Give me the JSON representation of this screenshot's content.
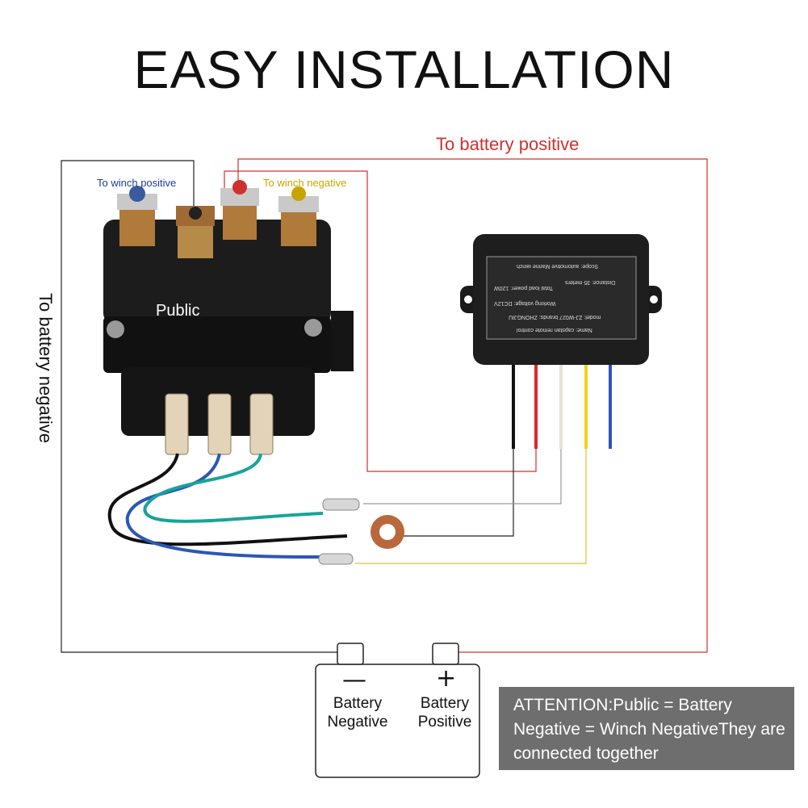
{
  "title": "EASY INSTALLATION",
  "labels": {
    "to_battery_positive": "To battery positive",
    "to_winch_positive": "To winch positive",
    "to_winch_negative": "To winch negative",
    "to_battery_negative": "To battery negative",
    "public": "Public"
  },
  "battery": {
    "negative_symbol": "—",
    "positive_symbol": "+",
    "negative_line1": "Battery",
    "negative_line2": "Negative",
    "positive_line1": "Battery",
    "positive_line2": "Positive"
  },
  "attention": "ATTENTION:Public = Battery Negative = Winch NegativeThey are connected together",
  "controller_label": {
    "line1": "Scope: automotive Marine winch",
    "line2": "Distance: 35 meters",
    "line3": "Total load power: 120W",
    "line4": "Working voltage: DC12V",
    "line5": "model: ZJ-W027  brands: ZHONGJIU",
    "line6": "Name: capstan remote control"
  },
  "colors": {
    "positive_wire": "#d0312d",
    "winch_positive_wire": "#1f3c9c",
    "winch_negative_wire": "#c9a400",
    "negative_wire": "#111111",
    "attention_bg": "#6e6e6e"
  }
}
